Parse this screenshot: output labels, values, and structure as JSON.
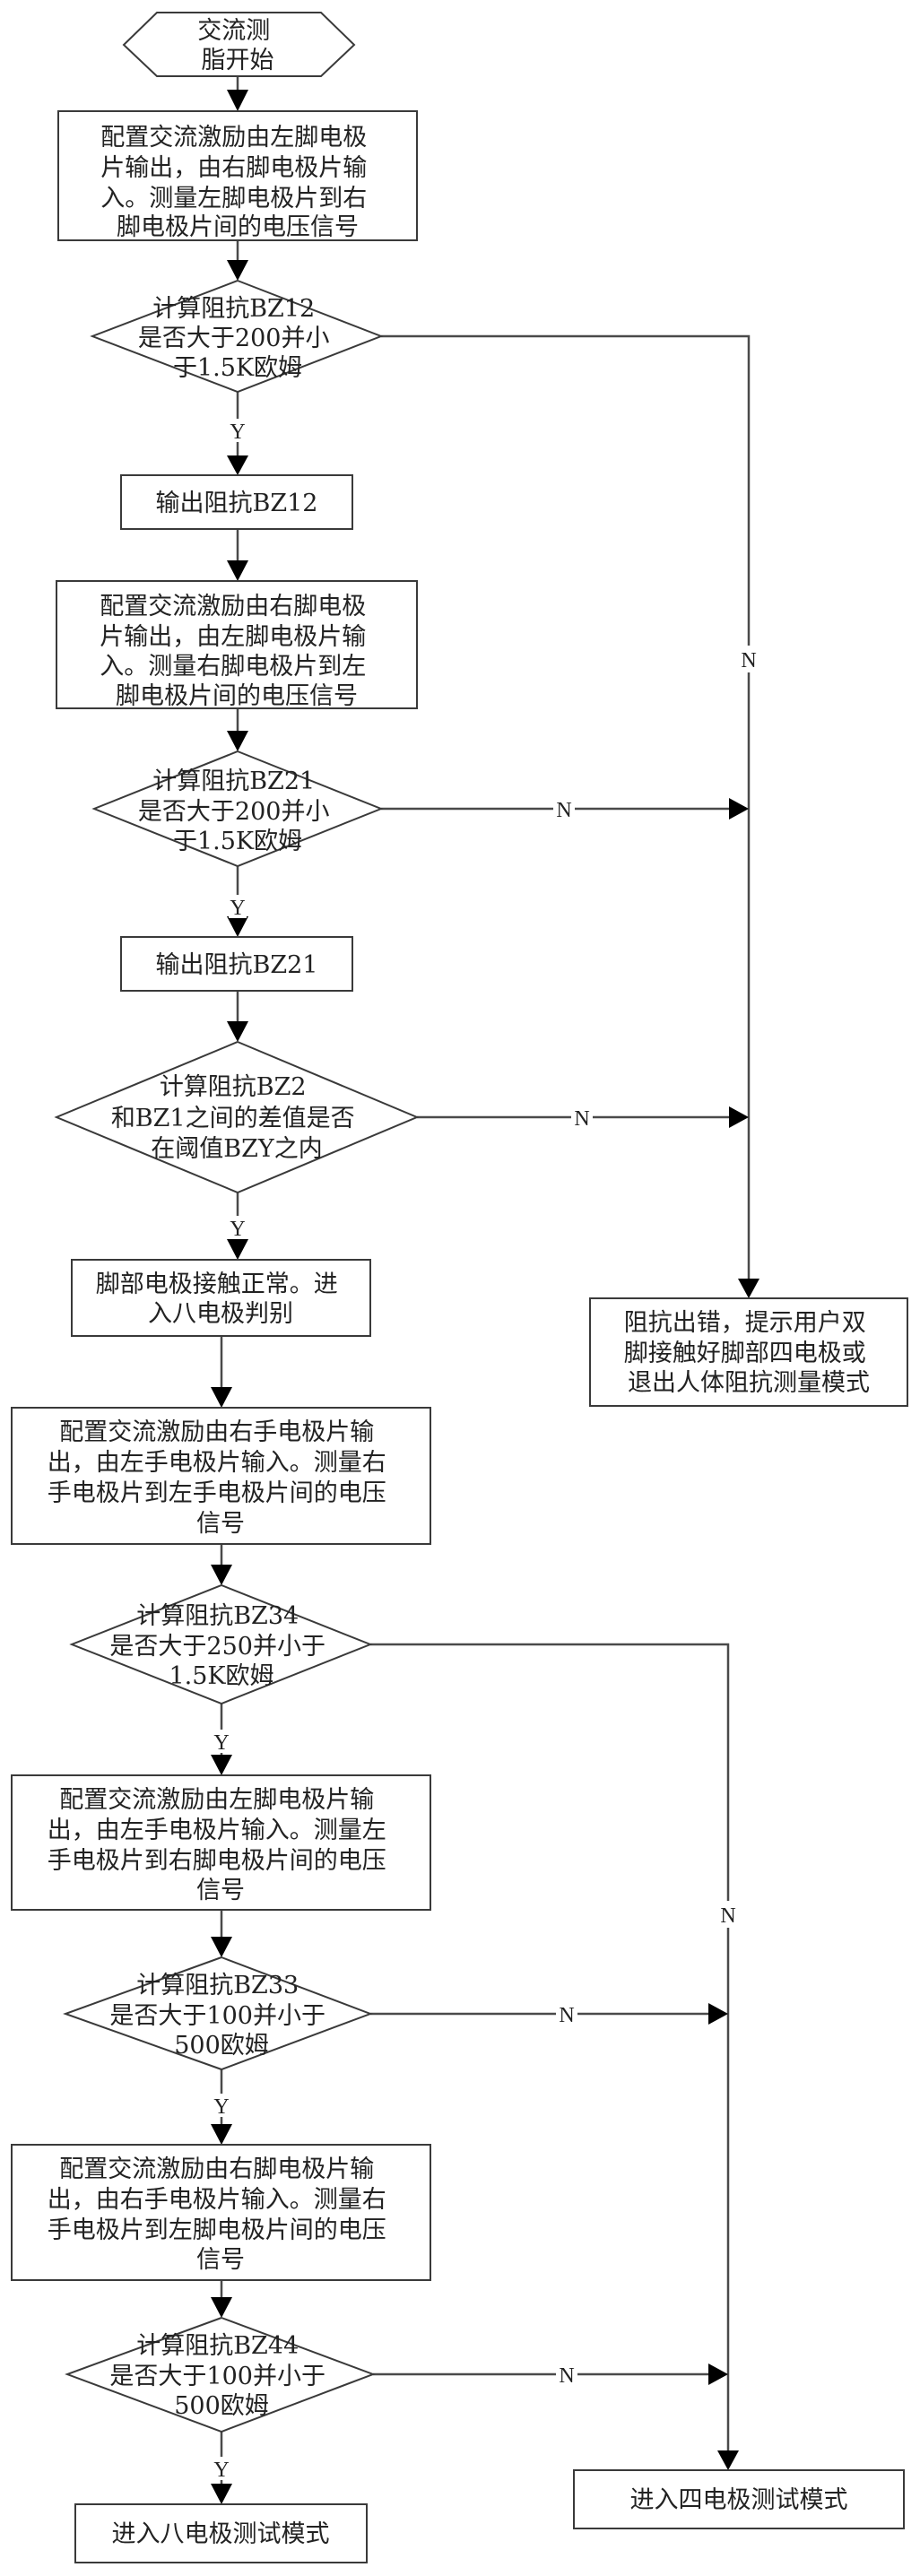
{
  "diagram": {
    "type": "flowchart",
    "nodes": {
      "start": {
        "shape": "hexagon",
        "lines": [
          "交流测",
          "脂开始"
        ]
      },
      "config_left_foot": {
        "shape": "process",
        "lines": [
          "配置交流激励由左脚电极",
          "片输出，由右脚电极片输",
          "入。测量左脚电极片到右",
          "脚电极片间的电压信号"
        ]
      },
      "check_bz12": {
        "shape": "decision",
        "lines": [
          "计算阻抗BZ12",
          "是否大于200并小",
          "于1.5K欧姆"
        ]
      },
      "output_bz12": {
        "shape": "process",
        "lines": [
          "输出阻抗BZ12"
        ]
      },
      "config_right_foot": {
        "shape": "process",
        "lines": [
          "配置交流激励由右脚电极",
          "片输出，由左脚电极片输",
          "入。测量右脚电极片到左",
          "脚电极片间的电压信号"
        ]
      },
      "check_bz21": {
        "shape": "decision",
        "lines": [
          "计算阻抗BZ21",
          "是否大于200并小",
          "于1.5K欧姆"
        ]
      },
      "output_bz21": {
        "shape": "process",
        "lines": [
          "输出阻抗BZ21"
        ]
      },
      "check_diff": {
        "shape": "decision",
        "lines": [
          "计算阻抗BZ2",
          "和BZ1之间的差值是否",
          "在阈值BZY之内"
        ]
      },
      "foot_contact_ok": {
        "shape": "process",
        "lines": [
          "脚部电极接触正常。进",
          "入八电极判别"
        ]
      },
      "config_right_hand": {
        "shape": "process",
        "lines": [
          "配置交流激励由右手电极片输",
          "出，由左手电极片输入。测量右",
          "手电极片到左手电极片间的电压",
          "信号"
        ]
      },
      "check_bz34": {
        "shape": "decision",
        "lines": [
          "计算阻抗BZ34",
          "是否大于250并小于",
          "1.5K欧姆"
        ]
      },
      "config_left_foot_hand": {
        "shape": "process",
        "lines": [
          "配置交流激励由左脚电极片输",
          "出，由左手电极片输入。测量左",
          "手电极片到右脚电极片间的电压",
          "信号"
        ]
      },
      "check_bz33": {
        "shape": "decision",
        "lines": [
          "计算阻抗BZ33",
          "是否大于100并小于",
          "500欧姆"
        ]
      },
      "config_right_foot_hand": {
        "shape": "process",
        "lines": [
          "配置交流激励由右脚电极片输",
          "出，由右手电极片输入。测量右",
          "手电极片到左脚电极片间的电压",
          "信号"
        ]
      },
      "check_bz44": {
        "shape": "decision",
        "lines": [
          "计算阻抗BZ44",
          "是否大于100并小于",
          "500欧姆"
        ]
      },
      "enter_eight_electrode": {
        "shape": "process",
        "lines": [
          "进入八电极测试模式"
        ]
      },
      "impedance_error": {
        "shape": "process",
        "lines": [
          "阻抗出错，提示用户双",
          "脚接触好脚部四电极或",
          "退出人体阻抗测量模式"
        ]
      },
      "enter_four_electrode": {
        "shape": "process",
        "lines": [
          "进入四电极测试模式"
        ]
      }
    },
    "edge_labels": {
      "yes": "Y",
      "no": "N"
    }
  }
}
